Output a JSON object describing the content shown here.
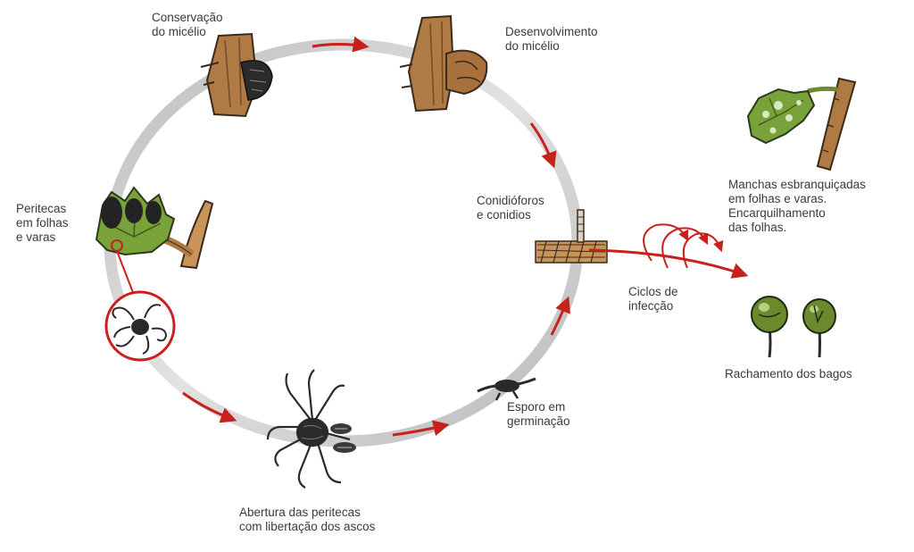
{
  "diagram": {
    "nodes": [
      {
        "id": "conservacao",
        "label": "Conservação\ndo micélio"
      },
      {
        "id": "desenvolvimento",
        "label": "Desenvolvimento\ndo micélio"
      },
      {
        "id": "conidioforos",
        "label": "Conidióforos\ne conidios"
      },
      {
        "id": "esporo",
        "label": "Esporo em\ngerminação"
      },
      {
        "id": "abertura",
        "label": "Abertura das peritecas\ncom libertação dos ascos"
      },
      {
        "id": "peritecas",
        "label": "Peritecas\nem folhas\ne varas"
      }
    ],
    "side_labels": {
      "ciclos": "Ciclos de\ninfecção",
      "manchas": "Manchas esbranquiçadas\nem folhas e varas.\nEncarquilhamento\ndas folhas.",
      "rachamento": "Rachamento dos bagos"
    },
    "colors": {
      "ring": "#c9c9c9",
      "arrow": "#c8201c",
      "text": "#3a3a3a",
      "wood": "#b07a45",
      "leaf": "#7aa23a",
      "berry": "#6b8a2e"
    }
  }
}
